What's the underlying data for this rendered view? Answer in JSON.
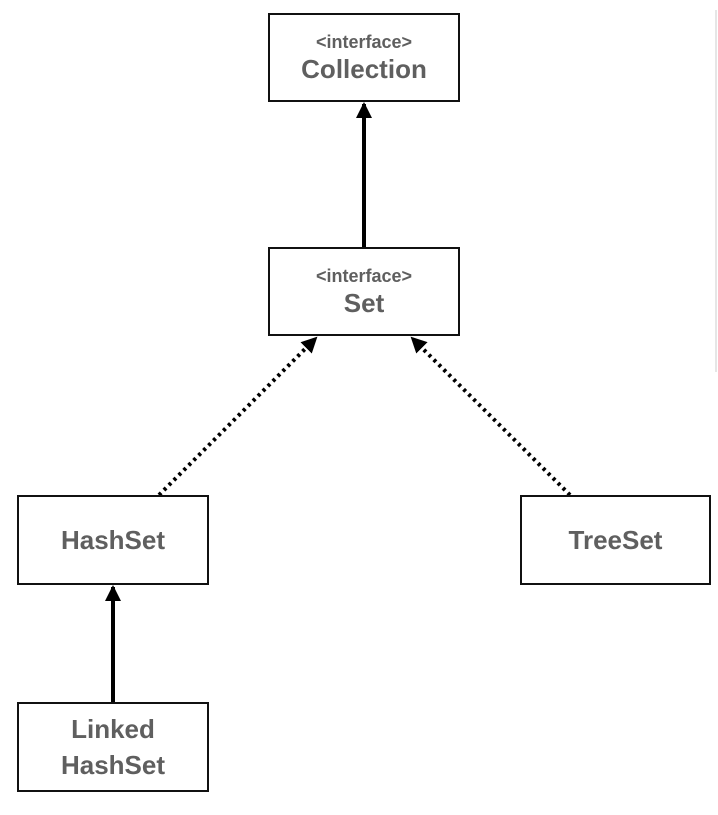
{
  "nodes": {
    "collection": {
      "stereotype": "<interface>",
      "name": "Collection"
    },
    "set": {
      "stereotype": "<interface>",
      "name": "Set"
    },
    "hashset": {
      "name": "HashSet"
    },
    "treeset": {
      "name": "TreeSet"
    },
    "linked_hashset": {
      "name_line1": "Linked",
      "name_line2": "HashSet"
    }
  },
  "edges": [
    {
      "from": "set",
      "to": "collection",
      "style": "solid",
      "arrowhead": "filled-triangle"
    },
    {
      "from": "hashset",
      "to": "set",
      "style": "dotted",
      "arrowhead": "filled-triangle"
    },
    {
      "from": "treeset",
      "to": "set",
      "style": "dotted",
      "arrowhead": "filled-triangle"
    },
    {
      "from": "linked_hashset",
      "to": "hashset",
      "style": "solid",
      "arrowhead": "filled-triangle"
    }
  ],
  "colors": {
    "node_border": "#111111",
    "node_text": "#5f5f5f",
    "edge": "#000000",
    "background": "#ffffff"
  }
}
